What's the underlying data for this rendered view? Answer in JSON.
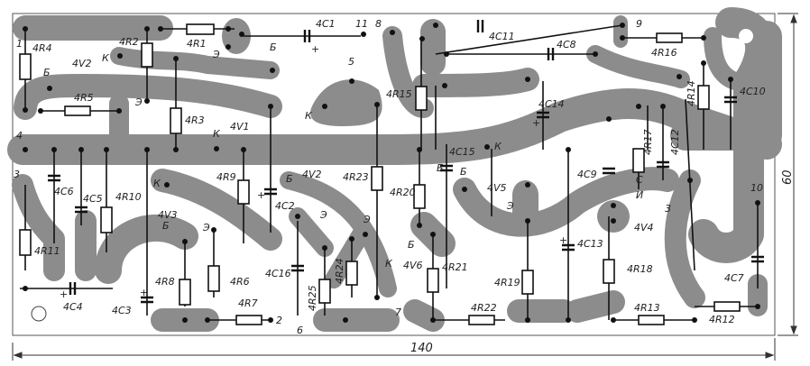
{
  "title": "PCB layout (component side)",
  "labels": [
    "1",
    "4R4",
    "4R2",
    "4R1",
    "4C1",
    "11",
    "8",
    "4C11",
    "9",
    "4C8",
    "4R16",
    "К",
    "4V2",
    "Э",
    "Б",
    "Б",
    "5",
    "4R5",
    "Э",
    "4R15",
    "4C14",
    "4R14",
    "4C10",
    "К",
    "4R3",
    "4V1",
    "К",
    "4",
    "4C15",
    "К",
    "4R17",
    "4C12",
    "3",
    "4C6",
    "4C5",
    "4R10",
    "К",
    "4R9",
    "Б",
    "4V2",
    "4R23",
    "4C2",
    "4R20",
    "Б",
    "4V5",
    "Э",
    "4C9",
    "С",
    "И",
    "4V4",
    "3",
    "10",
    "4R11",
    "4V3",
    "Б",
    "Э",
    "Э",
    "Э",
    "Б",
    "4C16",
    "4R24",
    "К",
    "4V6",
    "4R21",
    "4R19",
    "4C13",
    "4R18",
    "4C7",
    "4C4",
    "4C3",
    "4R8",
    "4R6",
    "4R7",
    "2",
    "4R25",
    "6",
    "7",
    "4R22",
    "4R13",
    "4R12",
    "Б",
    "+",
    "+",
    "+",
    "+",
    "+",
    "+"
  ],
  "dimensions": {
    "width": "140",
    "height": "60"
  },
  "colors": {
    "copper": "#8c8c8c",
    "ink": "#111111"
  }
}
